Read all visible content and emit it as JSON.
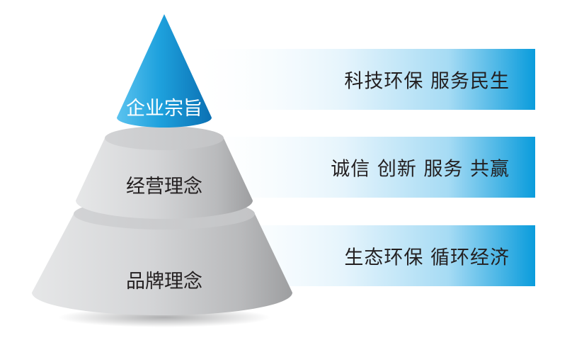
{
  "tiers": [
    {
      "label": "企业宗旨",
      "text": "科技环保 服务民生"
    },
    {
      "label": "经营理念",
      "text": "诚信 创新 服务 共赢"
    },
    {
      "label": "品牌理念",
      "text": "生态环保 循环经济"
    }
  ],
  "colors": {
    "accent_blue": "#1aa3dc",
    "band_end": "#0a9cdc",
    "text_dark": "#231f20",
    "tier_gray": "#c9cacc"
  }
}
